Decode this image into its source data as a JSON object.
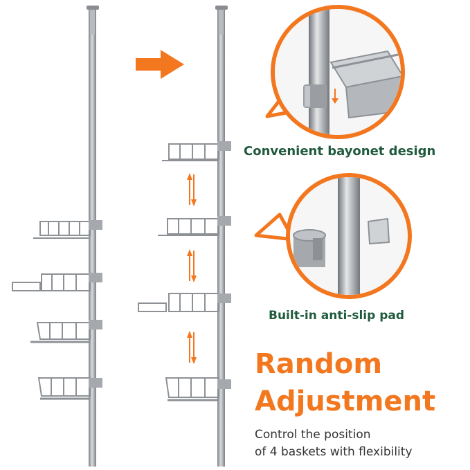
{
  "captions": {
    "bayonet": "Convenient bayonet design",
    "anti_slip": "Built-in anti-slip pad"
  },
  "headline": {
    "line1": "Random",
    "line2": "Adjustment"
  },
  "description": {
    "line1": "Control the position",
    "line2": "of 4 baskets with flexibility"
  },
  "colors": {
    "accent": "#f2771f",
    "caption_green": "#1f5a3c",
    "metal": "#9a9ea3",
    "text": "#333333"
  },
  "icons": [
    "right-arrow-icon",
    "double-arrow-icon"
  ]
}
